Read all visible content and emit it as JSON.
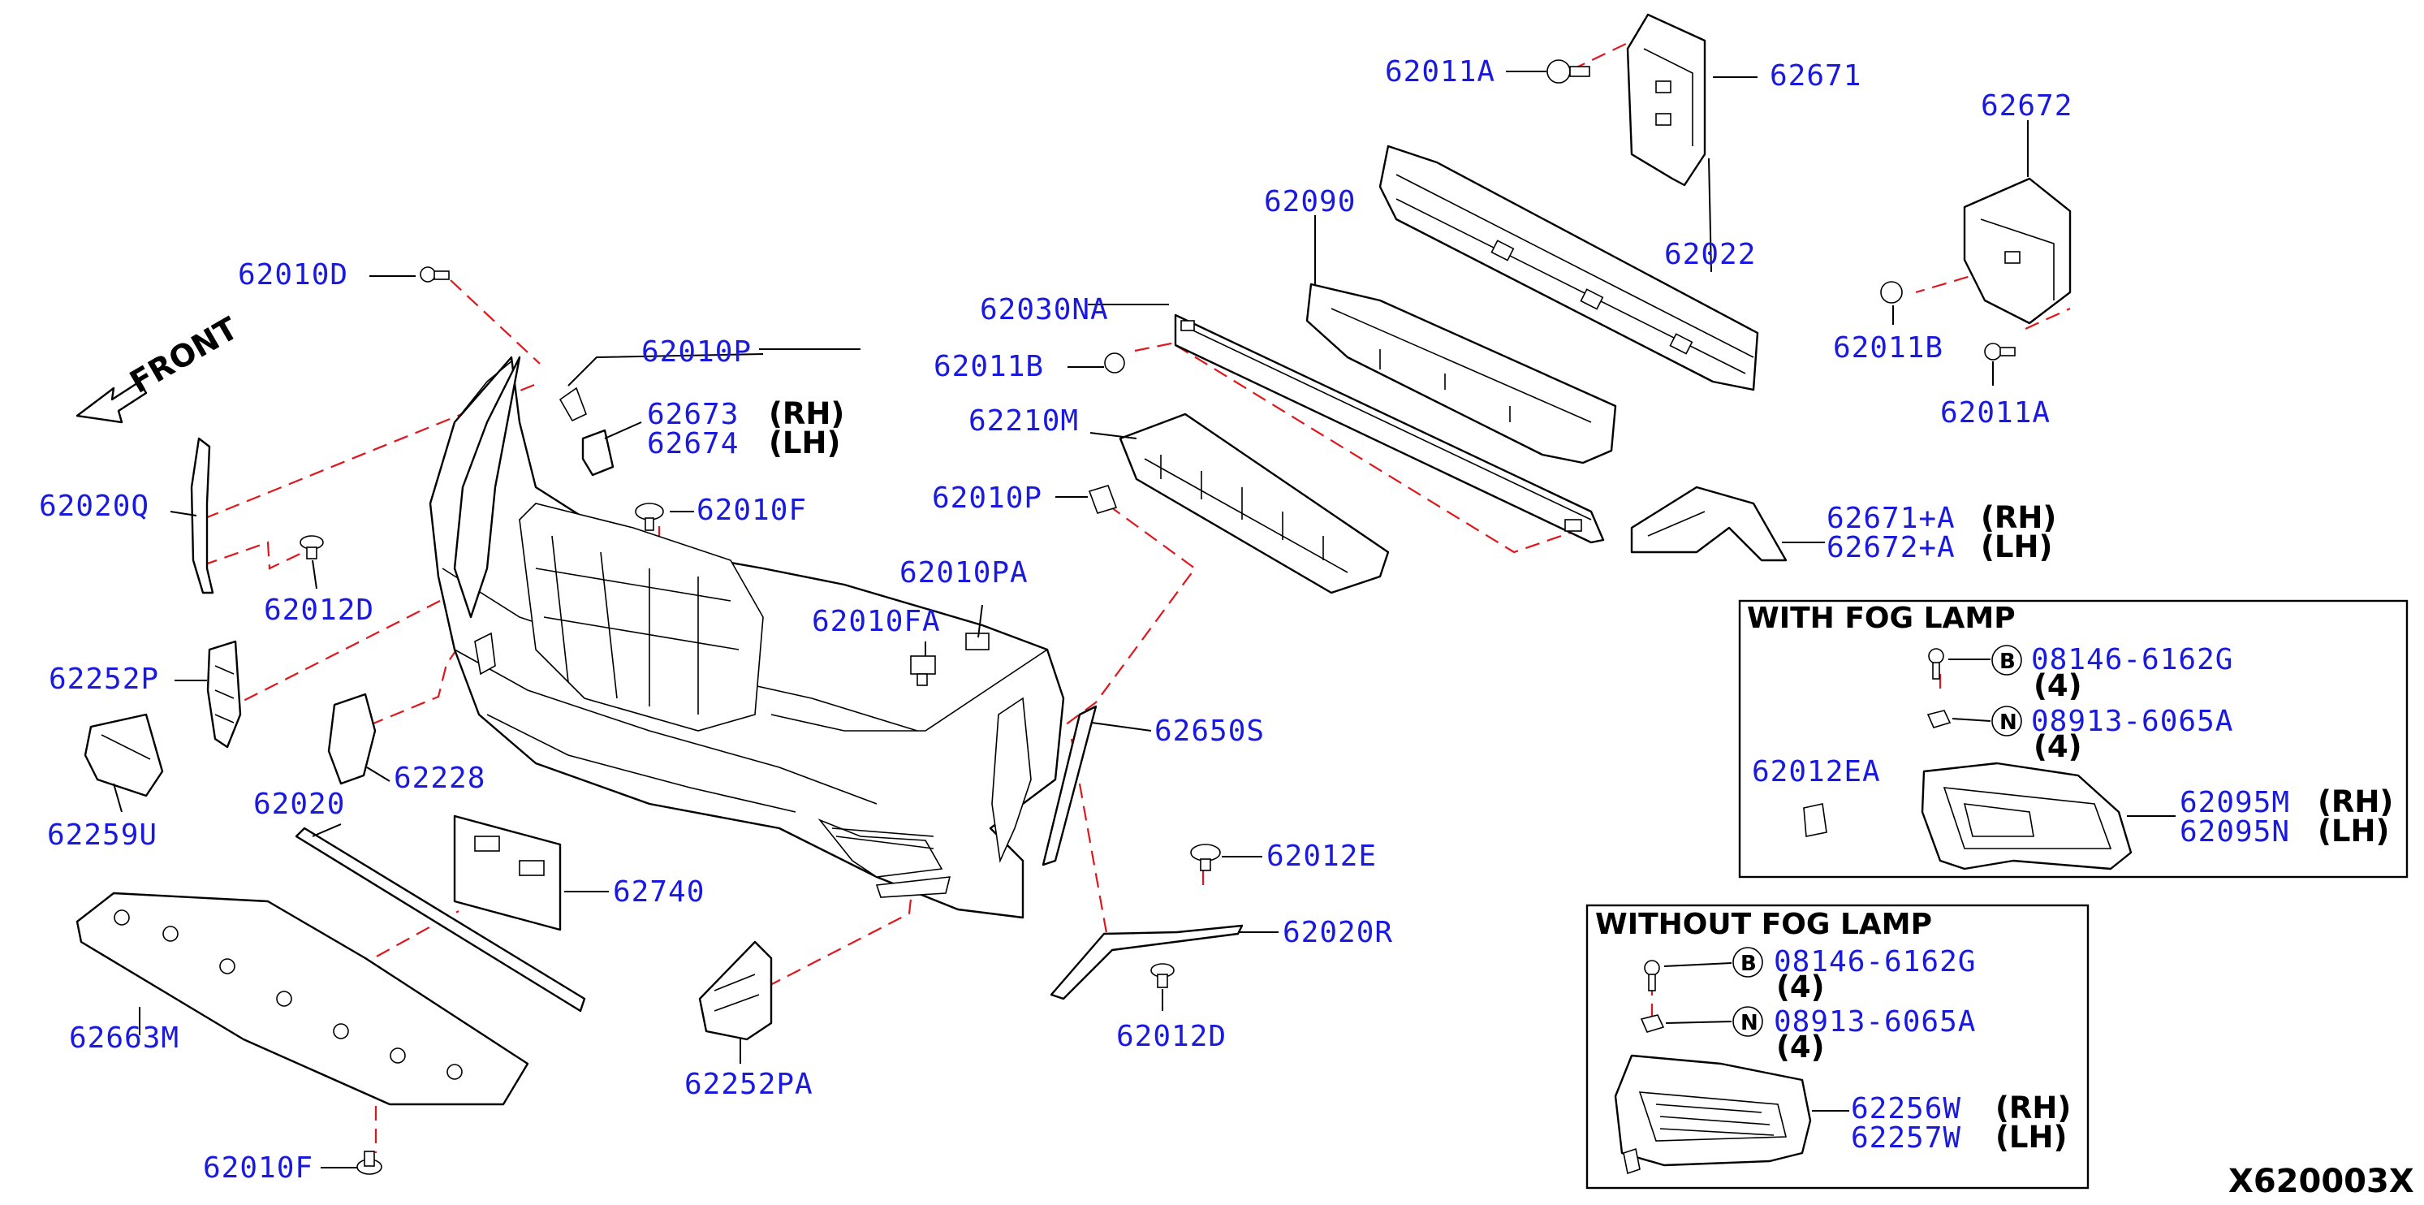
{
  "diagram_code": "X620003X",
  "front_label": "FRONT",
  "parts": {
    "p62011A_top": "62011A",
    "p62671": "62671",
    "p62672": "62672",
    "p62090": "62090",
    "p62022": "62022",
    "p62010D": "62010D",
    "p62030NA": "62030NA",
    "p62011B_left": "62011B",
    "p62011B_right": "62011B",
    "p62010P_top": "62010P",
    "p62673": "62673",
    "p62674": "62674",
    "p62210M": "62210M",
    "p62011A_right": "62011A",
    "p62020Q": "62020Q",
    "p62010F_top": "62010F",
    "p62010P_mid": "62010P",
    "p62671A": "62671+A",
    "p62672A": "62672+A",
    "p62012D_left": "62012D",
    "p62010PA": "62010PA",
    "p62010FA": "62010FA",
    "p62252P": "62252P",
    "p62650S": "62650S",
    "p62228": "62228",
    "p62020": "62020",
    "p62259U": "62259U",
    "p62012E": "62012E",
    "p62740": "62740",
    "p62020R": "62020R",
    "p62663M": "62663M",
    "p62012D_bottom": "62012D",
    "p62252PA": "62252PA",
    "p62010F_bottom": "62010F"
  },
  "side_labels": {
    "rh": "(RH)",
    "lh": "(LH)"
  },
  "fog_box": {
    "title": "WITH FOG LAMP",
    "bolt_symbol": "B",
    "bolt_part": "08146-6162G",
    "bolt_qty": "(4)",
    "nut_symbol": "N",
    "nut_part": "08913-6065A",
    "nut_qty": "(4)",
    "clip_part": "62012EA",
    "lamp_rh": "62095M",
    "lamp_lh": "62095N"
  },
  "nofog_box": {
    "title": "WITHOUT FOG LAMP",
    "bolt_symbol": "B",
    "bolt_part": "08146-6162G",
    "bolt_qty": "(4)",
    "nut_symbol": "N",
    "nut_part": "08913-6065A",
    "nut_qty": "(4)",
    "cover_rh": "62256W",
    "cover_lh": "62257W"
  }
}
